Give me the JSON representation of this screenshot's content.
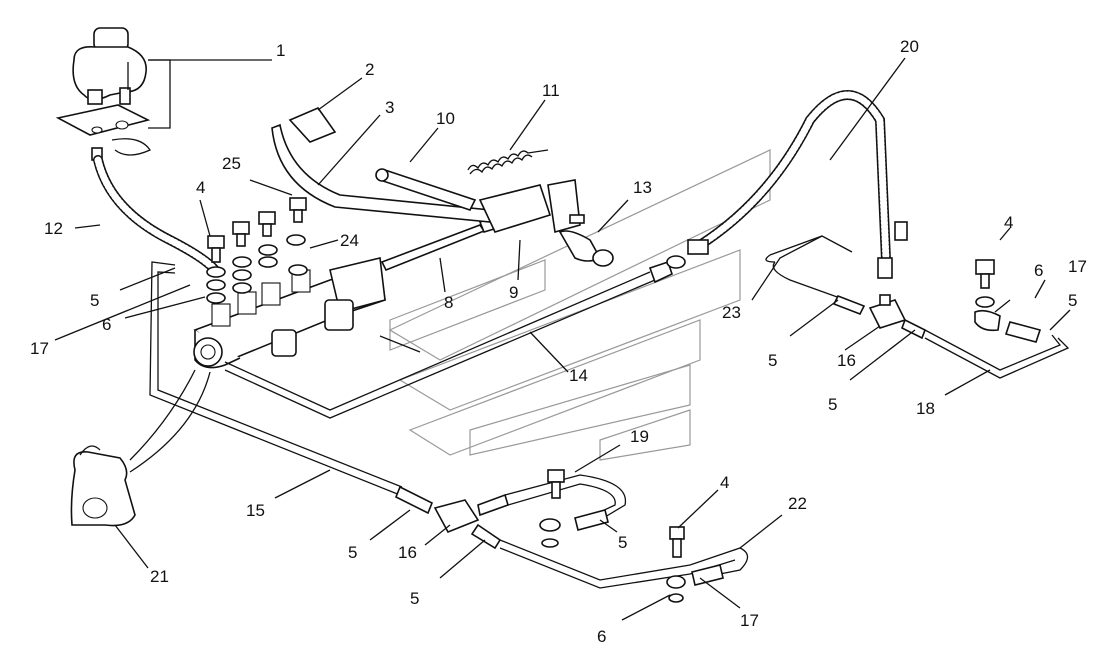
{
  "callouts": [
    {
      "id": "c1",
      "text": "1"
    },
    {
      "id": "c2",
      "text": "2"
    },
    {
      "id": "c3",
      "text": "3"
    },
    {
      "id": "c4a",
      "text": "4"
    },
    {
      "id": "c4b",
      "text": "4"
    },
    {
      "id": "c4c",
      "text": "4"
    },
    {
      "id": "c5a",
      "text": "5"
    },
    {
      "id": "c5b",
      "text": "5"
    },
    {
      "id": "c5c",
      "text": "5"
    },
    {
      "id": "c5d",
      "text": "5"
    },
    {
      "id": "c5e",
      "text": "5"
    },
    {
      "id": "c5f",
      "text": "5"
    },
    {
      "id": "c5g",
      "text": "5"
    },
    {
      "id": "c6a",
      "text": "6"
    },
    {
      "id": "c6b",
      "text": "6"
    },
    {
      "id": "c6c",
      "text": "6"
    },
    {
      "id": "c8",
      "text": "8"
    },
    {
      "id": "c9",
      "text": "9"
    },
    {
      "id": "c10",
      "text": "10"
    },
    {
      "id": "c11",
      "text": "11"
    },
    {
      "id": "c12",
      "text": "12"
    },
    {
      "id": "c13",
      "text": "13"
    },
    {
      "id": "c14",
      "text": "14"
    },
    {
      "id": "c15",
      "text": "15"
    },
    {
      "id": "c16a",
      "text": "16"
    },
    {
      "id": "c16b",
      "text": "16"
    },
    {
      "id": "c17a",
      "text": "17"
    },
    {
      "id": "c17b",
      "text": "17"
    },
    {
      "id": "c17c",
      "text": "17"
    },
    {
      "id": "c18",
      "text": "18"
    },
    {
      "id": "c19",
      "text": "19"
    },
    {
      "id": "c20",
      "text": "20"
    },
    {
      "id": "c21",
      "text": "21"
    },
    {
      "id": "c22",
      "text": "22"
    },
    {
      "id": "c23",
      "text": "23"
    },
    {
      "id": "c24",
      "text": "24"
    },
    {
      "id": "c25",
      "text": "25"
    }
  ]
}
